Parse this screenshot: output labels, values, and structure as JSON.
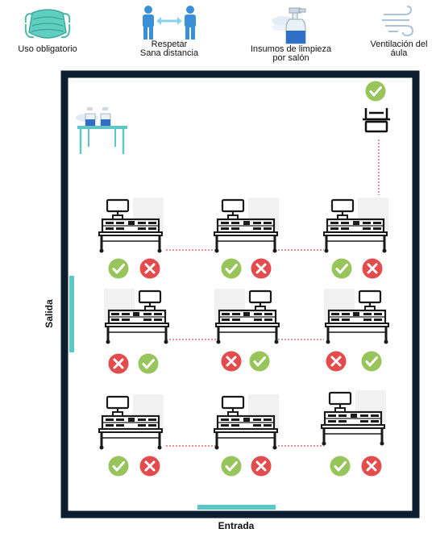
{
  "legend": [
    {
      "icon": "face-mask-icon",
      "lines": [
        "Uso obligatorio"
      ]
    },
    {
      "icon": "social-distance-icon",
      "lines": [
        "Respetar",
        "Sana distancia"
      ]
    },
    {
      "icon": "spray-bottle-icon",
      "lines": [
        "Insumos de limpieza",
        "por salón"
      ]
    },
    {
      "icon": "wind-icon",
      "lines": [
        "Ventilación del",
        "áula"
      ]
    }
  ],
  "labels": {
    "exit": "Salida",
    "entrance": "Entrada"
  },
  "colors": {
    "wall": "#0d1e33",
    "door": "#5bc8c6",
    "check": "#97c45b",
    "cross": "#e34c4c",
    "distance_line": "#e05050",
    "mask": "#5ecfc0",
    "person": "#3a8fd8",
    "arrow": "#8ad3ef"
  },
  "workstations": [
    {
      "row": 1,
      "col": 1,
      "order": [
        "check",
        "cross"
      ]
    },
    {
      "row": 1,
      "col": 2,
      "order": [
        "check",
        "cross"
      ]
    },
    {
      "row": 1,
      "col": 3,
      "order": [
        "check",
        "cross"
      ]
    },
    {
      "row": 2,
      "col": 1,
      "order": [
        "cross",
        "check"
      ]
    },
    {
      "row": 2,
      "col": 2,
      "order": [
        "cross",
        "check"
      ]
    },
    {
      "row": 2,
      "col": 3,
      "order": [
        "cross",
        "check"
      ]
    },
    {
      "row": 3,
      "col": 1,
      "order": [
        "check",
        "cross"
      ]
    },
    {
      "row": 3,
      "col": 2,
      "order": [
        "check",
        "cross"
      ]
    },
    {
      "row": 3,
      "col": 3,
      "order": [
        "check",
        "cross"
      ]
    }
  ],
  "teacher_desk": {
    "status": "check"
  },
  "cleaning_supplies_table": {
    "icon": "cleaning-table-icon"
  }
}
